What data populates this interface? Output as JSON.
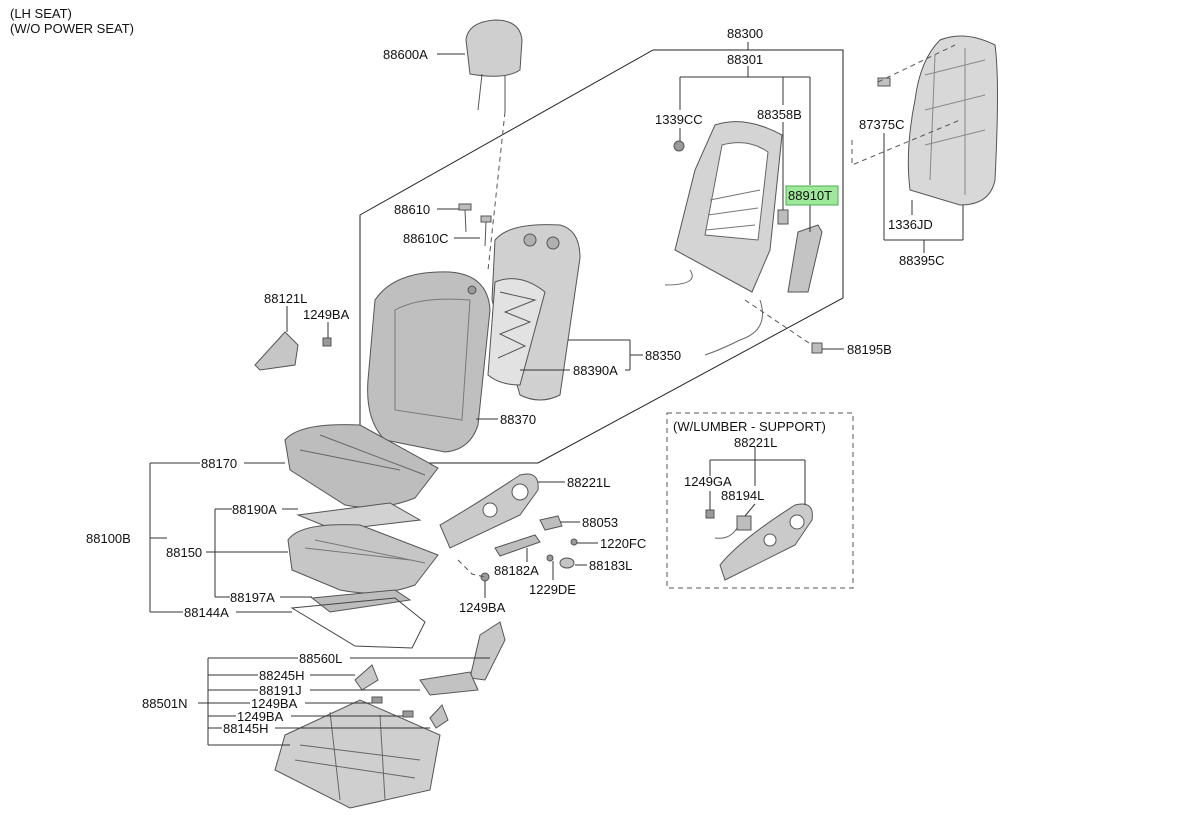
{
  "header": {
    "line1": "(LH SEAT)",
    "line2": "(W/O POWER SEAT)"
  },
  "lumbar_title": "(W/LUMBER - SUPPORT)",
  "highlight_color": "#9ee89a",
  "parts": {
    "p88600A": "88600A",
    "p88300": "88300",
    "p88301": "88301",
    "p1339CC": "1339CC",
    "p88358B": "88358B",
    "p87375C": "87375C",
    "p88910T": "88910T",
    "p1336JD": "1336JD",
    "p88395C": "88395C",
    "p88610": "88610",
    "p88610C": "88610C",
    "p88121L": "88121L",
    "p1249BA_a": "1249BA",
    "p88350": "88350",
    "p88390A": "88390A",
    "p88195B": "88195B",
    "p88370": "88370",
    "p88170": "88170",
    "p88221L_a": "88221L",
    "p88221L_b": "88221L",
    "p1249GA": "1249GA",
    "p88194L": "88194L",
    "p88100B": "88100B",
    "p88190A": "88190A",
    "p88053": "88053",
    "p1220FC": "1220FC",
    "p88150": "88150",
    "p88182A": "88182A",
    "p88183L": "88183L",
    "p1229DE": "1229DE",
    "p88197A": "88197A",
    "p1249BA_b": "1249BA",
    "p88144A": "88144A",
    "p88560L": "88560L",
    "p88245H": "88245H",
    "p88191J": "88191J",
    "p88501N": "88501N",
    "p1249BA_c": "1249BA",
    "p1249BA_d": "1249BA",
    "p88145H": "88145H"
  }
}
